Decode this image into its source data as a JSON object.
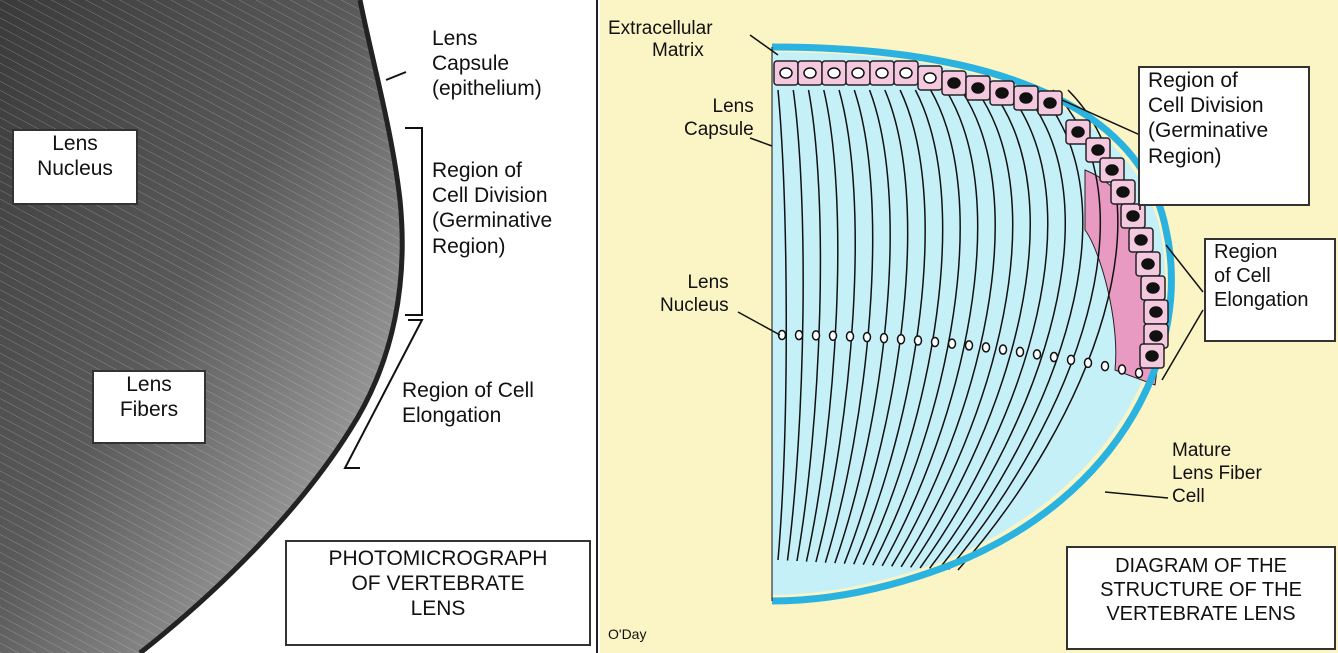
{
  "photo": {
    "capsule_label": [
      "Lens",
      "Capsule",
      "(epithelium)"
    ],
    "nucleus_label": [
      "Lens",
      "Nucleus"
    ],
    "division_label": [
      "Region of",
      "Cell Division",
      "(Germinative",
      "Region)"
    ],
    "fibers_label": [
      "Lens",
      "Fibers"
    ],
    "elongation_label": [
      "Region of Cell",
      "Elongation"
    ],
    "title": [
      "PHOTOMICROGRAPH",
      "OF VERTEBRATE",
      "LENS"
    ]
  },
  "diagram": {
    "ecm_label": [
      "Extracellular",
      "Matrix"
    ],
    "capsule_label": [
      "Lens",
      "Capsule"
    ],
    "division_label": [
      "Region of",
      "Cell Division",
      "(Germinative",
      " Region)"
    ],
    "elongation_label": [
      "Region",
      "of Cell",
      "Elongation"
    ],
    "nucleus_label": [
      "Lens",
      "Nucleus"
    ],
    "mature_label": [
      "Mature",
      "Lens Fiber",
      "Cell"
    ],
    "title": [
      "DIAGRAM OF THE",
      "STRUCTURE OF THE",
      "VERTEBRATE LENS"
    ],
    "credit": "O'Day"
  },
  "colors": {
    "background": "#fbf4c4",
    "capsule": "#2ab3e0",
    "fiber_fill": "#c6f0f8",
    "epithelium": "#f4c8de",
    "elongation_zone": "#e89ac2"
  }
}
